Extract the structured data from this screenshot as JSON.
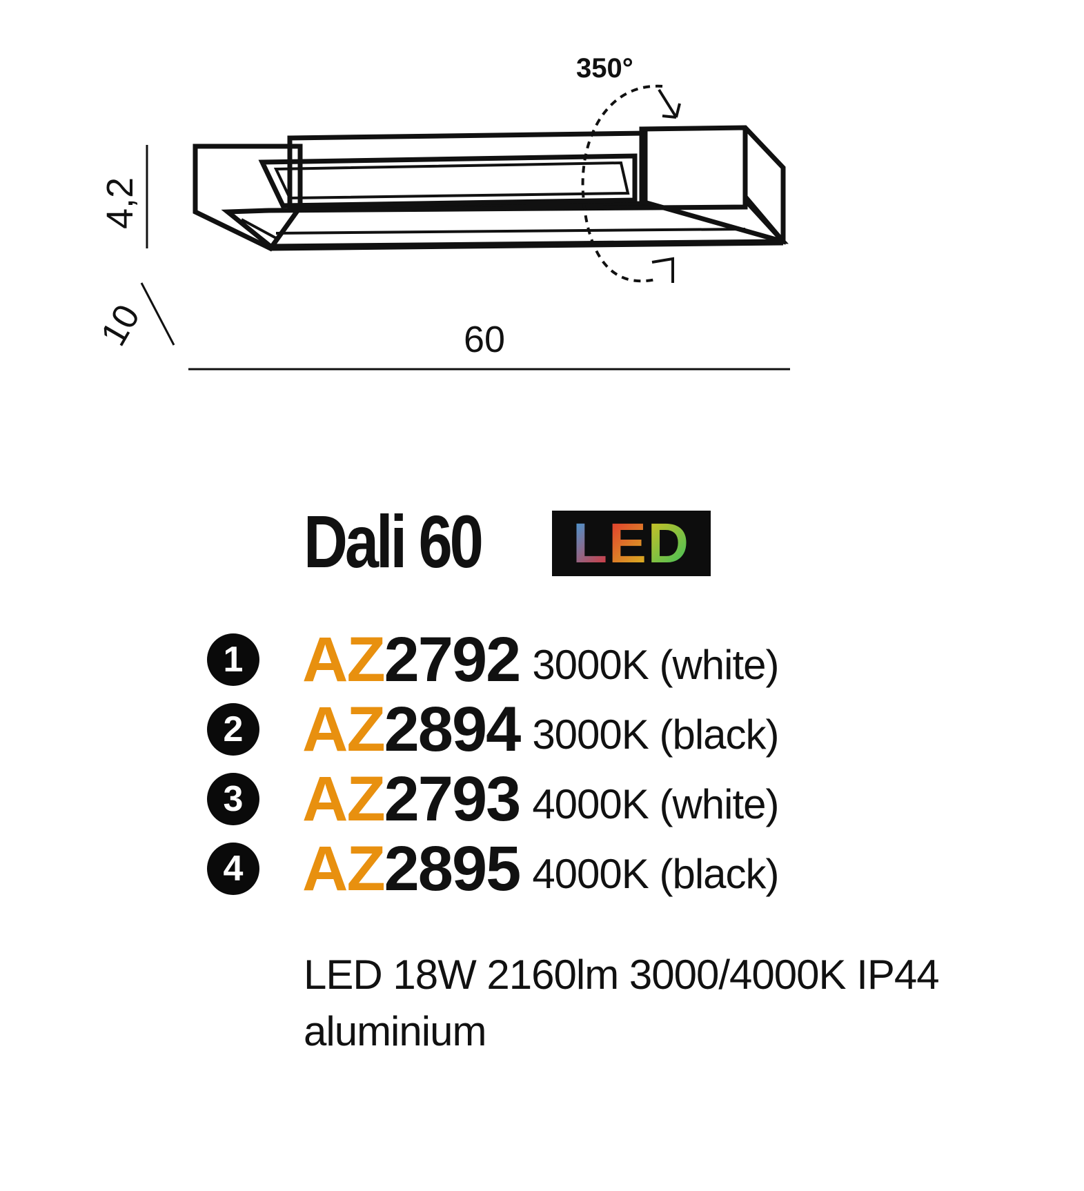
{
  "drawing": {
    "rotation_label": "350°",
    "height_label": "4,2",
    "depth_label": "10",
    "width_label": "60"
  },
  "product": {
    "title": "Dali 60",
    "badge": "LED",
    "badge_colors": [
      "#3aa0e0",
      "#e23030",
      "#d8c020",
      "#30c060",
      "#d040c0"
    ]
  },
  "variants": [
    {
      "number": "1",
      "prefix": "AZ",
      "code": "2792",
      "description": "3000K (white)"
    },
    {
      "number": "2",
      "prefix": "AZ",
      "code": "2894",
      "description": "3000K (black)"
    },
    {
      "number": "3",
      "prefix": "AZ",
      "code": "2793",
      "description": "4000K (white)"
    },
    {
      "number": "4",
      "prefix": "AZ",
      "code": "2895",
      "description": "4000K (black)"
    }
  ],
  "specs": {
    "line1": "LED 18W 2160lm 3000/4000K IP44",
    "line2": "aluminium"
  },
  "colors": {
    "accent": "#e8900f",
    "text": "#111111"
  }
}
